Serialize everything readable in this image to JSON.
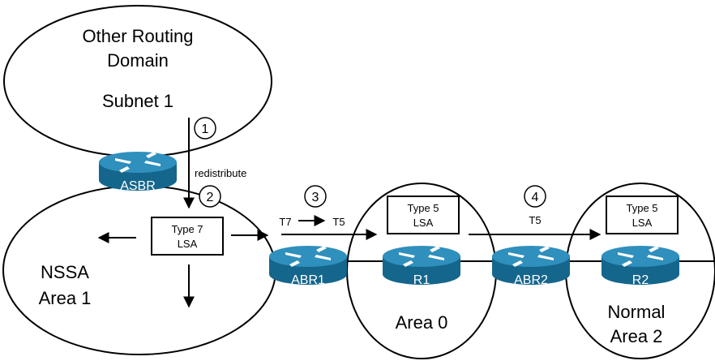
{
  "domains": {
    "other_routing_title_line1": "Other Routing",
    "other_routing_title_line2": "Domain",
    "subnet": "Subnet 1",
    "nssa_line1": "NSSA",
    "nssa_line2": "Area 1",
    "area0": "Area 0",
    "normal_line1": "Normal",
    "normal_line2": "Area 2"
  },
  "routers": {
    "asbr": "ASBR",
    "abr1": "ABR1",
    "r1": "R1",
    "abr2": "ABR2",
    "r2": "R2"
  },
  "steps": [
    "1",
    "2",
    "3",
    "4"
  ],
  "labels": {
    "redistribute": "redistribute",
    "t7": "T7",
    "t5_a": "T5",
    "t5_b": "T5"
  },
  "lsa_boxes": {
    "type7_l1": "Type 7",
    "type7_l2": "LSA",
    "r1_l1": "Type 5",
    "r1_l2": "LSA",
    "r2_l1": "Type 5",
    "r2_l2": "LSA"
  },
  "colors": {
    "router_body": "#1e7aa3",
    "router_top": "#3c9cc8",
    "router_side": "#15668c",
    "ink": "#000000"
  }
}
